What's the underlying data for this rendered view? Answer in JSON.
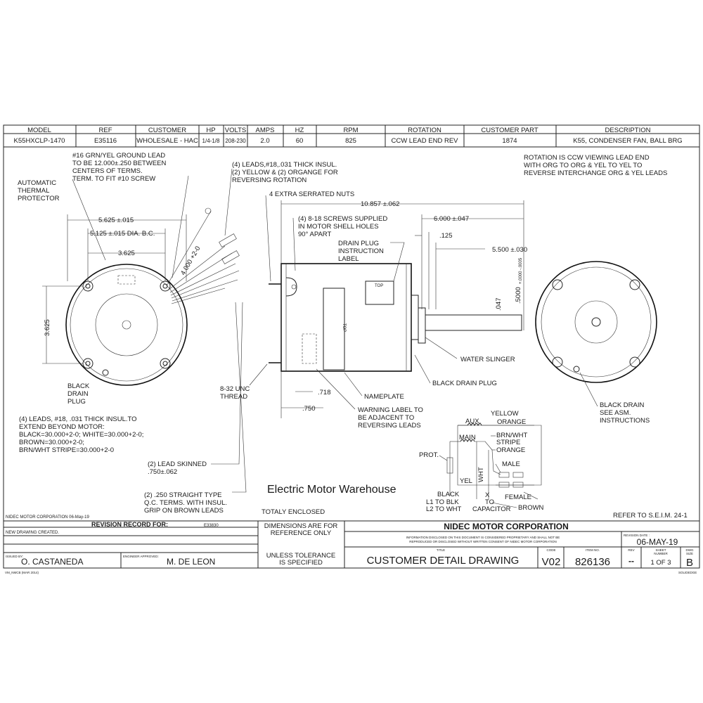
{
  "spec_table": {
    "headers": [
      "MODEL",
      "REF",
      "CUSTOMER",
      "HP",
      "VOLTS",
      "AMPS",
      "HZ",
      "RPM",
      "ROTATION",
      "CUSTOMER PART",
      "DESCRIPTION"
    ],
    "values": [
      "K55HXCLP-1470",
      "E35116",
      "WHOLESALE - HAC",
      "1/4-1/8",
      "208-230",
      "2.0",
      "60",
      "825",
      "CCW LEAD END REV",
      "1874",
      "K55, CONDENSER FAN, BALL BRG"
    ]
  },
  "notes": {
    "ground_lead": [
      "#16 GRN/YEL GROUND LEAD",
      "TO BE 12.000±.250 BETWEEN",
      "CENTERS OF TERMS.",
      "TERM. TO FIT #10 SCREW"
    ],
    "thermal": [
      "AUTOMATIC",
      "THERMAL",
      "PROTECTOR"
    ],
    "leads_insul": [
      "(4) LEADS,#18,.031 THICK INSUL.",
      "(2) YELLOW & (2) ORGANGE FOR",
      "REVERSING ROTATION"
    ],
    "rotation": [
      "ROTATION IS CCW VIEWING LEAD END",
      "WITH ORG TO ORG & YEL TO YEL TO",
      "REVERSE INTERCHANGE ORG & YEL LEADS"
    ],
    "extra_nuts": "4 EXTRA SERRATED NUTS",
    "screws": [
      "(4) 8-18 SCREWS SUPPLIED",
      "IN MOTOR SHELL HOLES",
      "90° APART"
    ],
    "drain_label": [
      "DRAIN PLUG",
      "INSTRUCTION",
      "LABEL"
    ],
    "water_slinger": "WATER SLINGER",
    "black_drain_plug": "BLACK DRAIN  PLUG",
    "nameplate": "NAMEPLATE",
    "warning": [
      "WARNING LABEL TO",
      "BE ADJACENT TO",
      "REVERSING LEADS"
    ],
    "thread": [
      "8-32 UNC",
      "THREAD"
    ],
    "left_drain": [
      "BLACK",
      "DRAIN",
      "PLUG"
    ],
    "right_drain": [
      "BLACK DRAIN",
      "SEE  ASM.",
      "INSTRUCTIONS"
    ],
    "leads_length": [
      "(4) LEADS, #18, .031 THICK INSUL.TO",
      "EXTEND BEYOND MOTOR:",
      "BLACK=30.000+2-0; WHITE=30.000+2-0;",
      "BROWN=30.000+2-0;",
      "BRN/WHT STRIPE=30.000+2-0"
    ],
    "skinned": [
      "(2) LEAD SKINNED",
      ".750±.062"
    ],
    "qc_terms": [
      "(2) .250 STRAIGHT TYPE",
      "Q.C. TERMS. WITH INSUL.",
      "GRIP ON BROWN  LEADS"
    ],
    "watermark": "Electric Motor Warehouse",
    "enclosure": "TOTALY ENCLOSED",
    "refer": "REFER TO S.E.I.M. 24-1",
    "corp_date": "NIDEC MOTOR CORPORATION 06-May-19",
    "top_label": "TOP"
  },
  "dims": {
    "overall": "10.857 ±.062",
    "bolt_outer": "5.625 ±.015",
    "bolt_circle": "5.125 ±.015 DIA. B.C.",
    "horiz_3625": "3.625",
    "vert_3625": "3.625",
    "lead_4000": "4.000 +2-0",
    "shaft_6000": "6.000 ±.047",
    "d_125": ".125",
    "d_5500": "5.500 ±.030",
    "d_047": ".047",
    "shaft_dia": ".5000",
    "shaft_tol": "+.0000 -.0005",
    "d_718": ".718",
    "d_750": ".750"
  },
  "wiring": {
    "yellow": "YELLOW",
    "aux": "AUX.",
    "orange": "ORANGE",
    "main": "MAIN",
    "brn_wht": [
      "BRN/WHT",
      "STRIPE"
    ],
    "orange2": "ORANGE",
    "prot": "PROT.",
    "male": "MALE",
    "wht": "WHT",
    "yel": "YEL",
    "black": "BLACK",
    "l1": "L1 TO BLK",
    "l2": "L2 TO WHT",
    "to_cap": [
      "TO",
      "CAPACITOR"
    ],
    "female": "FEMALE",
    "brown": "BROWN",
    "x": "X"
  },
  "title_block": {
    "revision_record": "REVISION RECORD FOR:",
    "revision_ref": "E33830",
    "revision_note": "NEW DRAWING CREATED.",
    "issued_by_label": "ISSUED BY:",
    "issued_by": "O. CASTANEDA",
    "engineer_label": "ENGINEER APPROVED:",
    "engineer": "M. DE LEON",
    "dims_ref": [
      "DIMENSIONS ARE FOR",
      "REFERENCE ONLY"
    ],
    "tolerance": [
      "UNLESS TOLERANCE",
      "IS SPECIFIED"
    ],
    "company": "NIDEC MOTOR CORPORATION",
    "disclaimer": [
      "INFORMATION DISCLOSED ON THIS DOCUMENT IS CONSIDERED PROPRIETARY AND SHALL NOT BE",
      "REPRODUCED OR DISCLOSED WITHOUT WRITTEN CONSENT OF NIDEC MOTOR CORPORATION"
    ],
    "revision_date_label": "REVISION DATE :",
    "revision_date": "06-MAY-19",
    "title_label": "TITLE",
    "title": "CUSTOMER  DETAIL  DRAWING",
    "code_label": "CODE",
    "code": "V02",
    "item_label": "ITEM NO.",
    "item": "826136",
    "rev_label": "REV",
    "rev": "--",
    "sheet_label": [
      "SHEET",
      "NUMBER"
    ],
    "sheet": "1  OF  3",
    "dwg_label": [
      "DWG",
      "SIZE"
    ],
    "dwg": "B",
    "form_code": "VM_NMCB (MAR 2014)",
    "form_code_right": "SOLIDEDGE"
  }
}
